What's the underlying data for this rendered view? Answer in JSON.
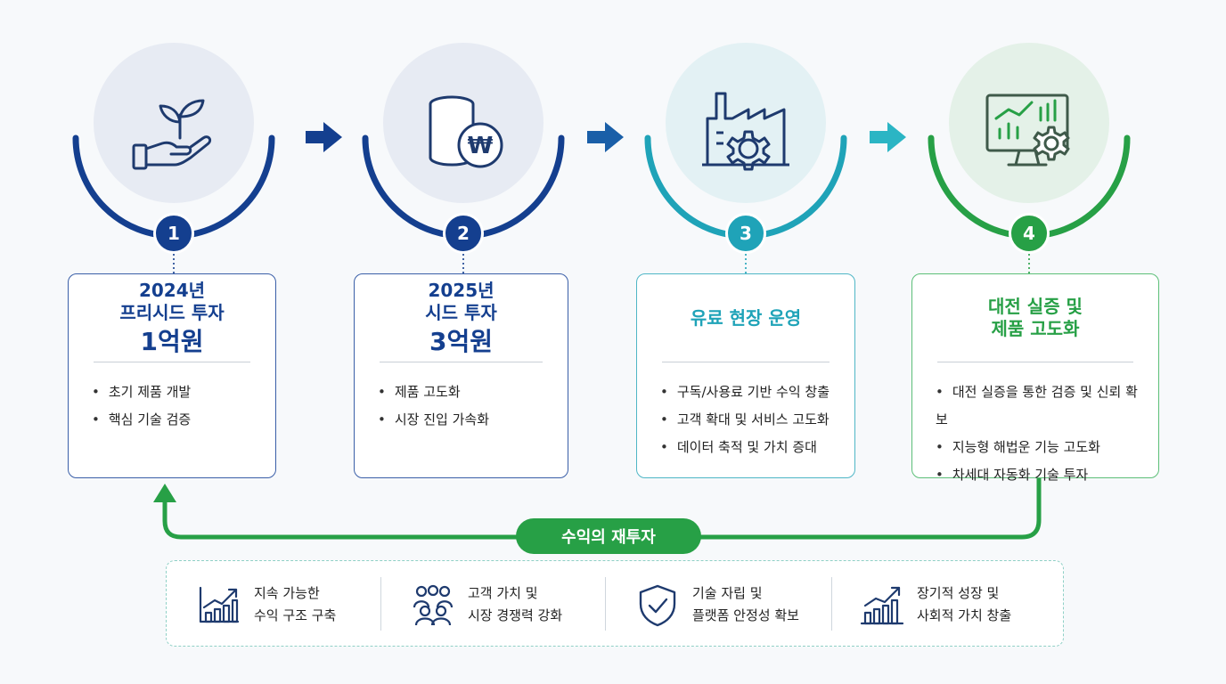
{
  "steps": [
    {
      "number": "1",
      "icon": "plant-in-hand-icon",
      "title_lines": [
        "2024년",
        "프리시드 투자"
      ],
      "amount": "1억원",
      "bullets": [
        "초기 제품 개발",
        "핵심 기술 검증"
      ],
      "color": "#143f8f"
    },
    {
      "number": "2",
      "icon": "won-coins-icon",
      "title_lines": [
        "2025년",
        "시드 투자"
      ],
      "amount": "3억원",
      "bullets": [
        "제품 고도화",
        "시장 진입 가속화"
      ],
      "color": "#143f8f"
    },
    {
      "number": "3",
      "icon": "factory-gear-icon",
      "title_lines": [
        "유료 현장 운영"
      ],
      "amount": "",
      "bullets": [
        "구독/사용료 기반 수익 창출",
        "고객 확대 및 서비스 고도화",
        "데이터 축적 및 가치 증대"
      ],
      "color": "#1fa3b8"
    },
    {
      "number": "4",
      "icon": "monitor-chart-gear-icon",
      "title_lines": [
        "대전 실증 및",
        "제품 고도화"
      ],
      "amount": "",
      "bullets": [
        "대전 실증을 통한 검증 및 신뢰 확보",
        "지능형 해법운 기능 고도화",
        "차세대 자동화 기술 투자"
      ],
      "color": "#27a046"
    }
  ],
  "reinvest_label": "수익의 재투자",
  "outcomes": [
    {
      "icon": "growth-chart-icon",
      "lines": [
        "지속 가능한",
        "수익 구조 구축"
      ]
    },
    {
      "icon": "people-group-icon",
      "lines": [
        "고객 가치 및",
        "시장 경쟁력 강화"
      ]
    },
    {
      "icon": "shield-check-icon",
      "lines": [
        "기술 자립 및",
        "플랫폼 안정성 확보"
      ]
    },
    {
      "icon": "bar-growth-icon",
      "lines": [
        "장기적 성장 및",
        "사회적 가치 창출"
      ]
    }
  ],
  "colors": {
    "navy": "#143f8f",
    "teal": "#1fa3b8",
    "green": "#27a046",
    "icon_dark": "#1e3a6e"
  }
}
